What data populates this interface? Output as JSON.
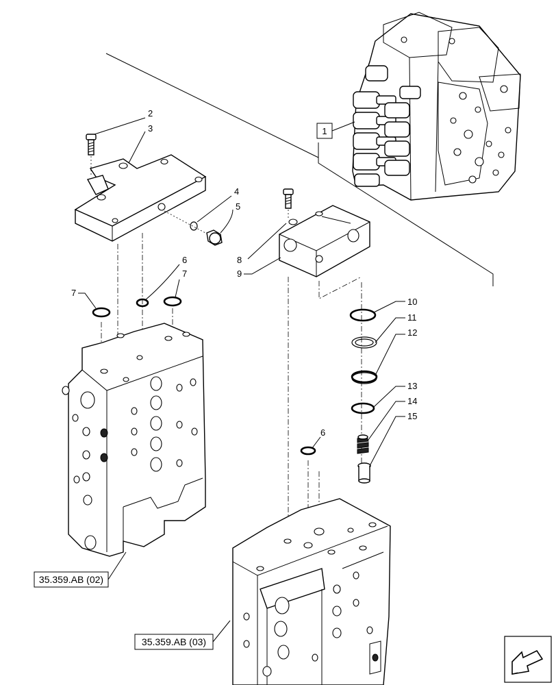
{
  "callouts": {
    "c1": "1",
    "c2": "2",
    "c3": "3",
    "c4": "4",
    "c5": "5",
    "c6a": "6",
    "c6b": "6",
    "c7a": "7",
    "c7b": "7",
    "c8": "8",
    "c9": "9",
    "c10": "10",
    "c11": "11",
    "c12": "12",
    "c13": "13",
    "c14": "14",
    "c15": "15"
  },
  "references": {
    "ref_02": "35.359.AB (02)",
    "ref_03": "35.359.AB (03)"
  },
  "icons": {
    "nav": "next-page-arrow-icon"
  }
}
